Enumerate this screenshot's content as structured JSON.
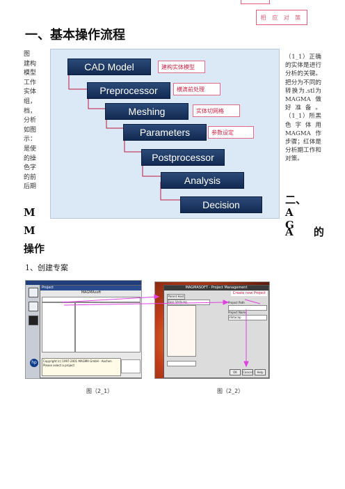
{
  "header": {
    "stamp": "相 应 对 策"
  },
  "section1": {
    "title": "一、基本操作流程"
  },
  "left_text": [
    "图",
    "建构",
    "模型",
    "工作",
    "实体",
    "组，",
    "档，",
    "分析",
    "如图",
    "示：",
    "是使",
    "的操",
    "色字",
    "的前",
    "后期"
  ],
  "right_text": "（1_1）正确的实体是进行分析的关键。把分为不同的转换为.stl为 MAGMA做好准备。（1_1）所黑色字体用 MAGMA作步骤；红体是分析期工作和对策。",
  "flow": {
    "steps": [
      "CAD Model",
      "Preprocessor",
      "Meshing",
      "Parameters",
      "Postprocessor",
      "Analysis",
      "Decision"
    ],
    "notes": [
      "建构实体模型",
      "横滴前处理",
      "实体切网格",
      "参数设定"
    ],
    "colors": {
      "node": "#1c3763",
      "connector": "#c0183a",
      "panel": "#dbe8f6"
    }
  },
  "section2": {
    "title_right": "二、",
    "m1": "M",
    "m2": "M",
    "ag": "A G",
    "a_de": "A 的",
    "title_end": "操作"
  },
  "subsection": "1、创建专案",
  "figures": {
    "left": {
      "caption": "图（2_1）",
      "window_title": "Project",
      "menu": "MAGMAsoft",
      "message_text": "Copyright (c) 1997-2001 MAGMA GmbH - Aachen",
      "prompt_text": "Please select a project",
      "logo": "hp"
    },
    "right": {
      "caption": "图（2_2）",
      "title": "MAGMASOFT - Project Management",
      "tab": "Parent Host",
      "action": "Create new Project",
      "project_path_label": "Project Path",
      "project_name_label": "Project Name",
      "host_label": "Base Verbung",
      "project_name_value": "/datacap",
      "ok": "OK",
      "cancel": "Cancel",
      "help": "Help"
    }
  }
}
